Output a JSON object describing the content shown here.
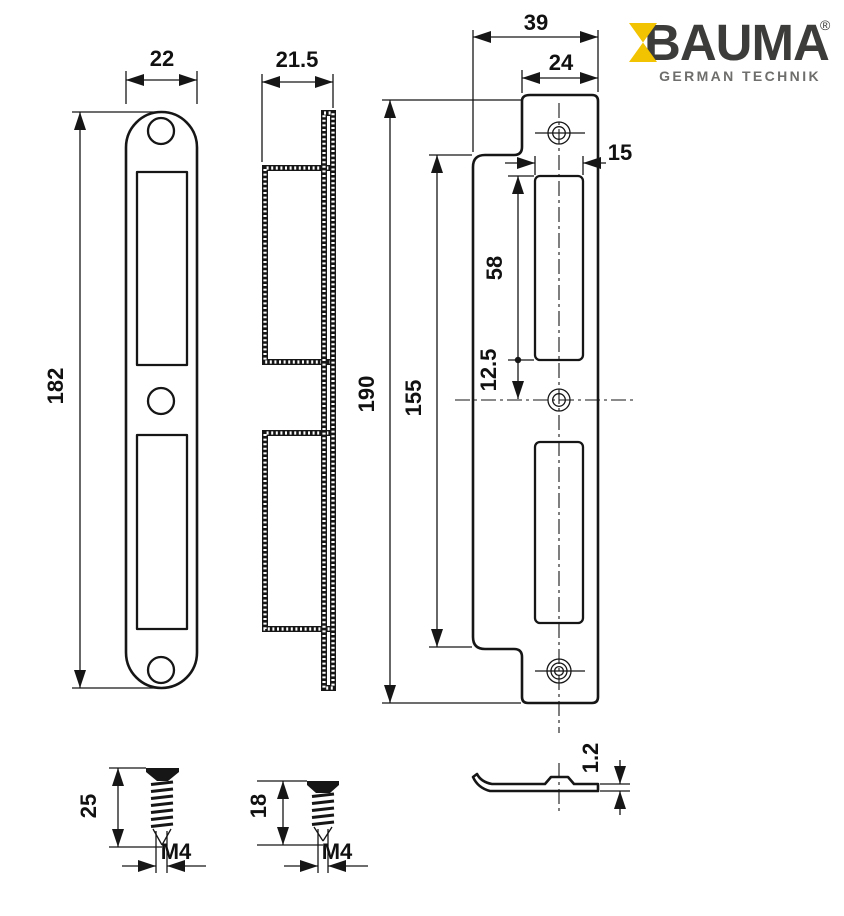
{
  "logo": {
    "brand": "BAUMA",
    "registered_mark": "®",
    "tagline": "GERMAN TECHNIK",
    "brand_color": "#3c3c3a",
    "accent_color": "#f2c300",
    "tagline_color": "#6e6e6c"
  },
  "front_view_left": {
    "width_mm": "22",
    "height_mm": "182"
  },
  "side_view": {
    "depth_mm": "21.5"
  },
  "front_view_right": {
    "overall_width_mm": "39",
    "tab_width_mm": "24",
    "slot_width_mm": "15",
    "overall_height_mm": "190",
    "body_height_mm": "155",
    "slot_length_mm": "58",
    "slot_to_center_mm": "12.5"
  },
  "bottom_view": {
    "thickness_mm": "1.2"
  },
  "screws": {
    "long": {
      "length_mm": "25",
      "thread": "M4"
    },
    "short": {
      "length_mm": "18",
      "thread": "M4"
    }
  },
  "line_color": "#161616"
}
